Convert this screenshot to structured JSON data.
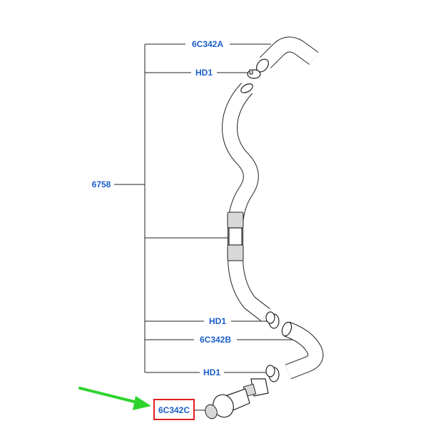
{
  "callouts": {
    "top_hose": "6C342A",
    "clamp_top": "HD1",
    "main_hose": "6758",
    "clamp_mid": "HD1",
    "middle_hose": "6C342B",
    "clamp_bottom": "HD1",
    "connector": "6C342C"
  },
  "colors": {
    "callout_text": "#1b5ec9",
    "highlight_box": "#e02020",
    "pointer_arrow": "#2ed42e"
  }
}
